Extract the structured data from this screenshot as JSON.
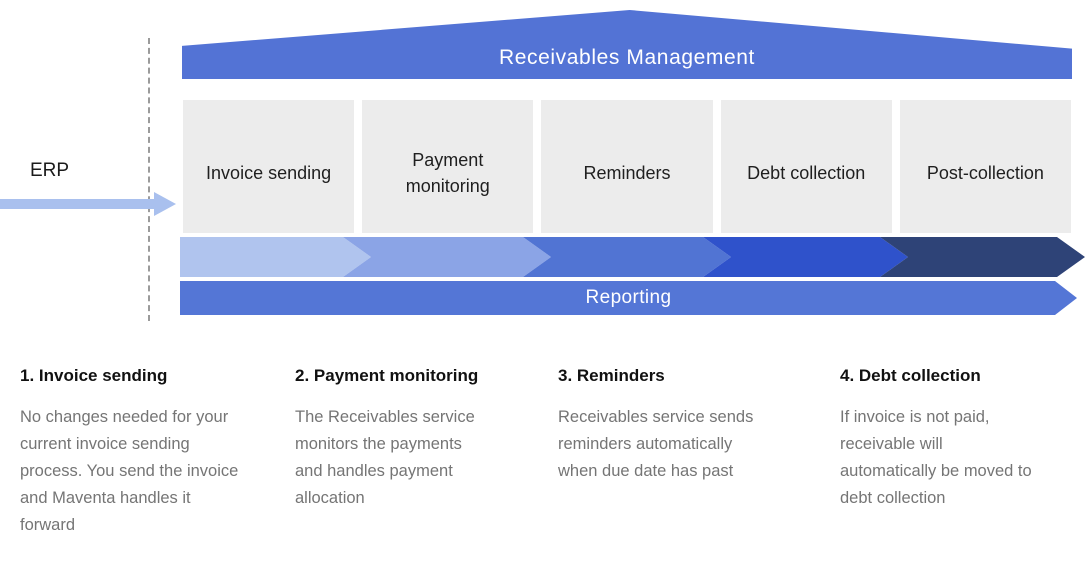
{
  "diagram": {
    "erp_label": "ERP",
    "banner_label": "Receivables Management",
    "stages": [
      {
        "label": "Invoice sending"
      },
      {
        "label": "Payment\nmonitoring"
      },
      {
        "label": "Reminders"
      },
      {
        "label": "Debt collection"
      },
      {
        "label": "Post-collection"
      }
    ],
    "reporting_label": "Reporting"
  },
  "colors": {
    "banner": "#5373d5",
    "reporting": "#5476d6",
    "erp_arrow": "#a9c0ee",
    "stage_box": "#ececec",
    "chevrons": [
      "#b0c4ee",
      "#8ba4e6",
      "#5174d3",
      "#2f52cb",
      "#2e4377"
    ]
  },
  "sections": [
    {
      "title": "1. Invoice sending",
      "body": "No changes needed for your\ncurrent invoice sending\nprocess. You send the invoice\nand Maventa handles it\nforward"
    },
    {
      "title": "2. Payment monitoring",
      "body": "The Receivables service\nmonitors the payments\nand handles payment\nallocation"
    },
    {
      "title": "3. Reminders",
      "body": "Receivables service sends\nreminders automatically\nwhen due date has past"
    },
    {
      "title": "4. Debt collection",
      "body": "If invoice is not paid,\nreceivable will\nautomatically be moved to\ndebt collection"
    }
  ]
}
